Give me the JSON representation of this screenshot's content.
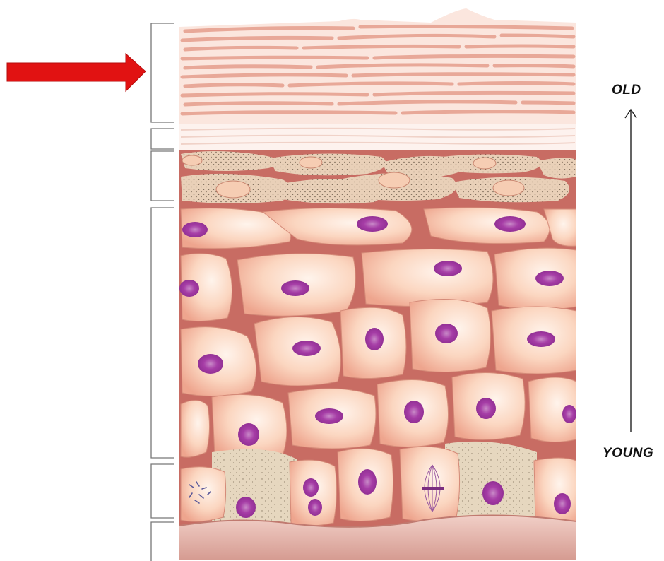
{
  "labels": {
    "old": "OLD",
    "young": "YOUNG"
  },
  "colors": {
    "pointer_arrow": "#e11212",
    "cornified_layer": "#f3c8bb",
    "cornified_line": "#d98e7c",
    "granular_cell": "#f4d2bd",
    "spinous_cell": "#f9cbb3",
    "intercellular_gap": "#c86c63",
    "nucleus": "#a23aa0",
    "basement": "#d8a89e"
  },
  "layers": [
    {
      "id": "stratum-corneum",
      "cell_type": "flattened dead cells"
    },
    {
      "id": "stratum-lucidum",
      "cell_type": "clear thin layer"
    },
    {
      "id": "stratum-granulosum",
      "cell_type": "granular cells"
    },
    {
      "id": "stratum-spinosum",
      "cell_type": "spinous cells"
    },
    {
      "id": "stratum-basale",
      "cell_type": "basal cells"
    },
    {
      "id": "basement-membrane",
      "cell_type": "membrane"
    }
  ]
}
